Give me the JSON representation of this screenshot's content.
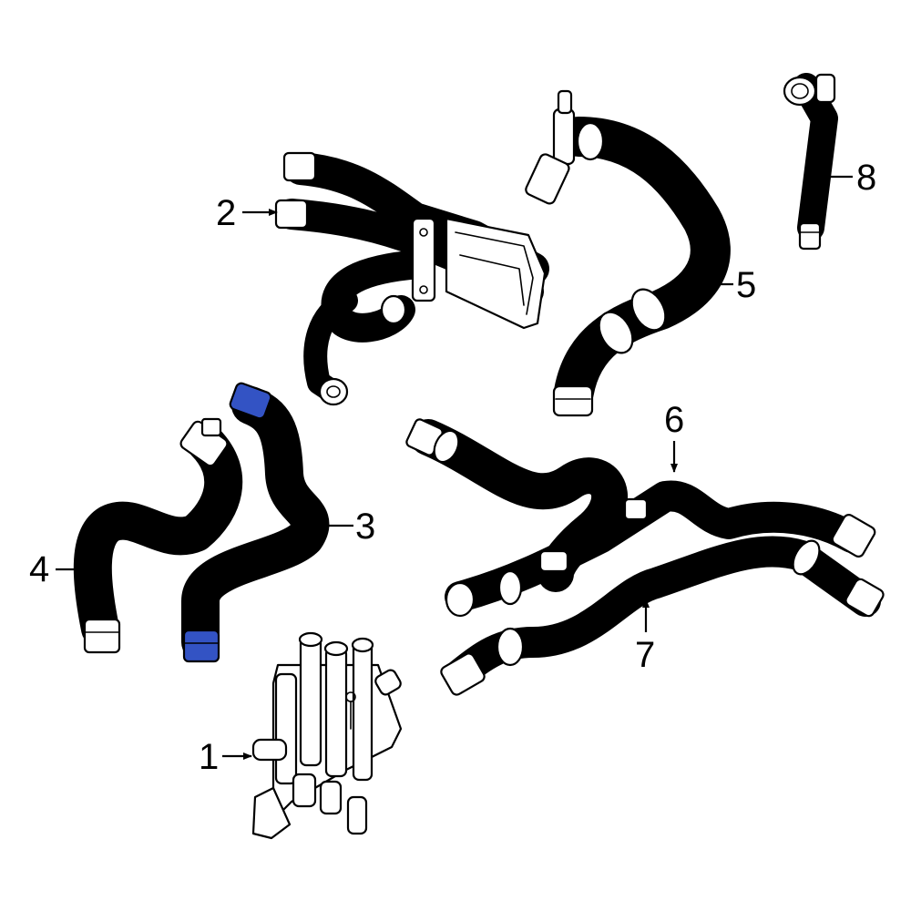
{
  "highlight_color": "#3353c4",
  "line_color": "#000000",
  "background": "#ffffff",
  "callouts": {
    "c1": "1",
    "c2": "2",
    "c3": "3",
    "c4": "4",
    "c5": "5",
    "c6": "6",
    "c7": "7",
    "c8": "8"
  }
}
